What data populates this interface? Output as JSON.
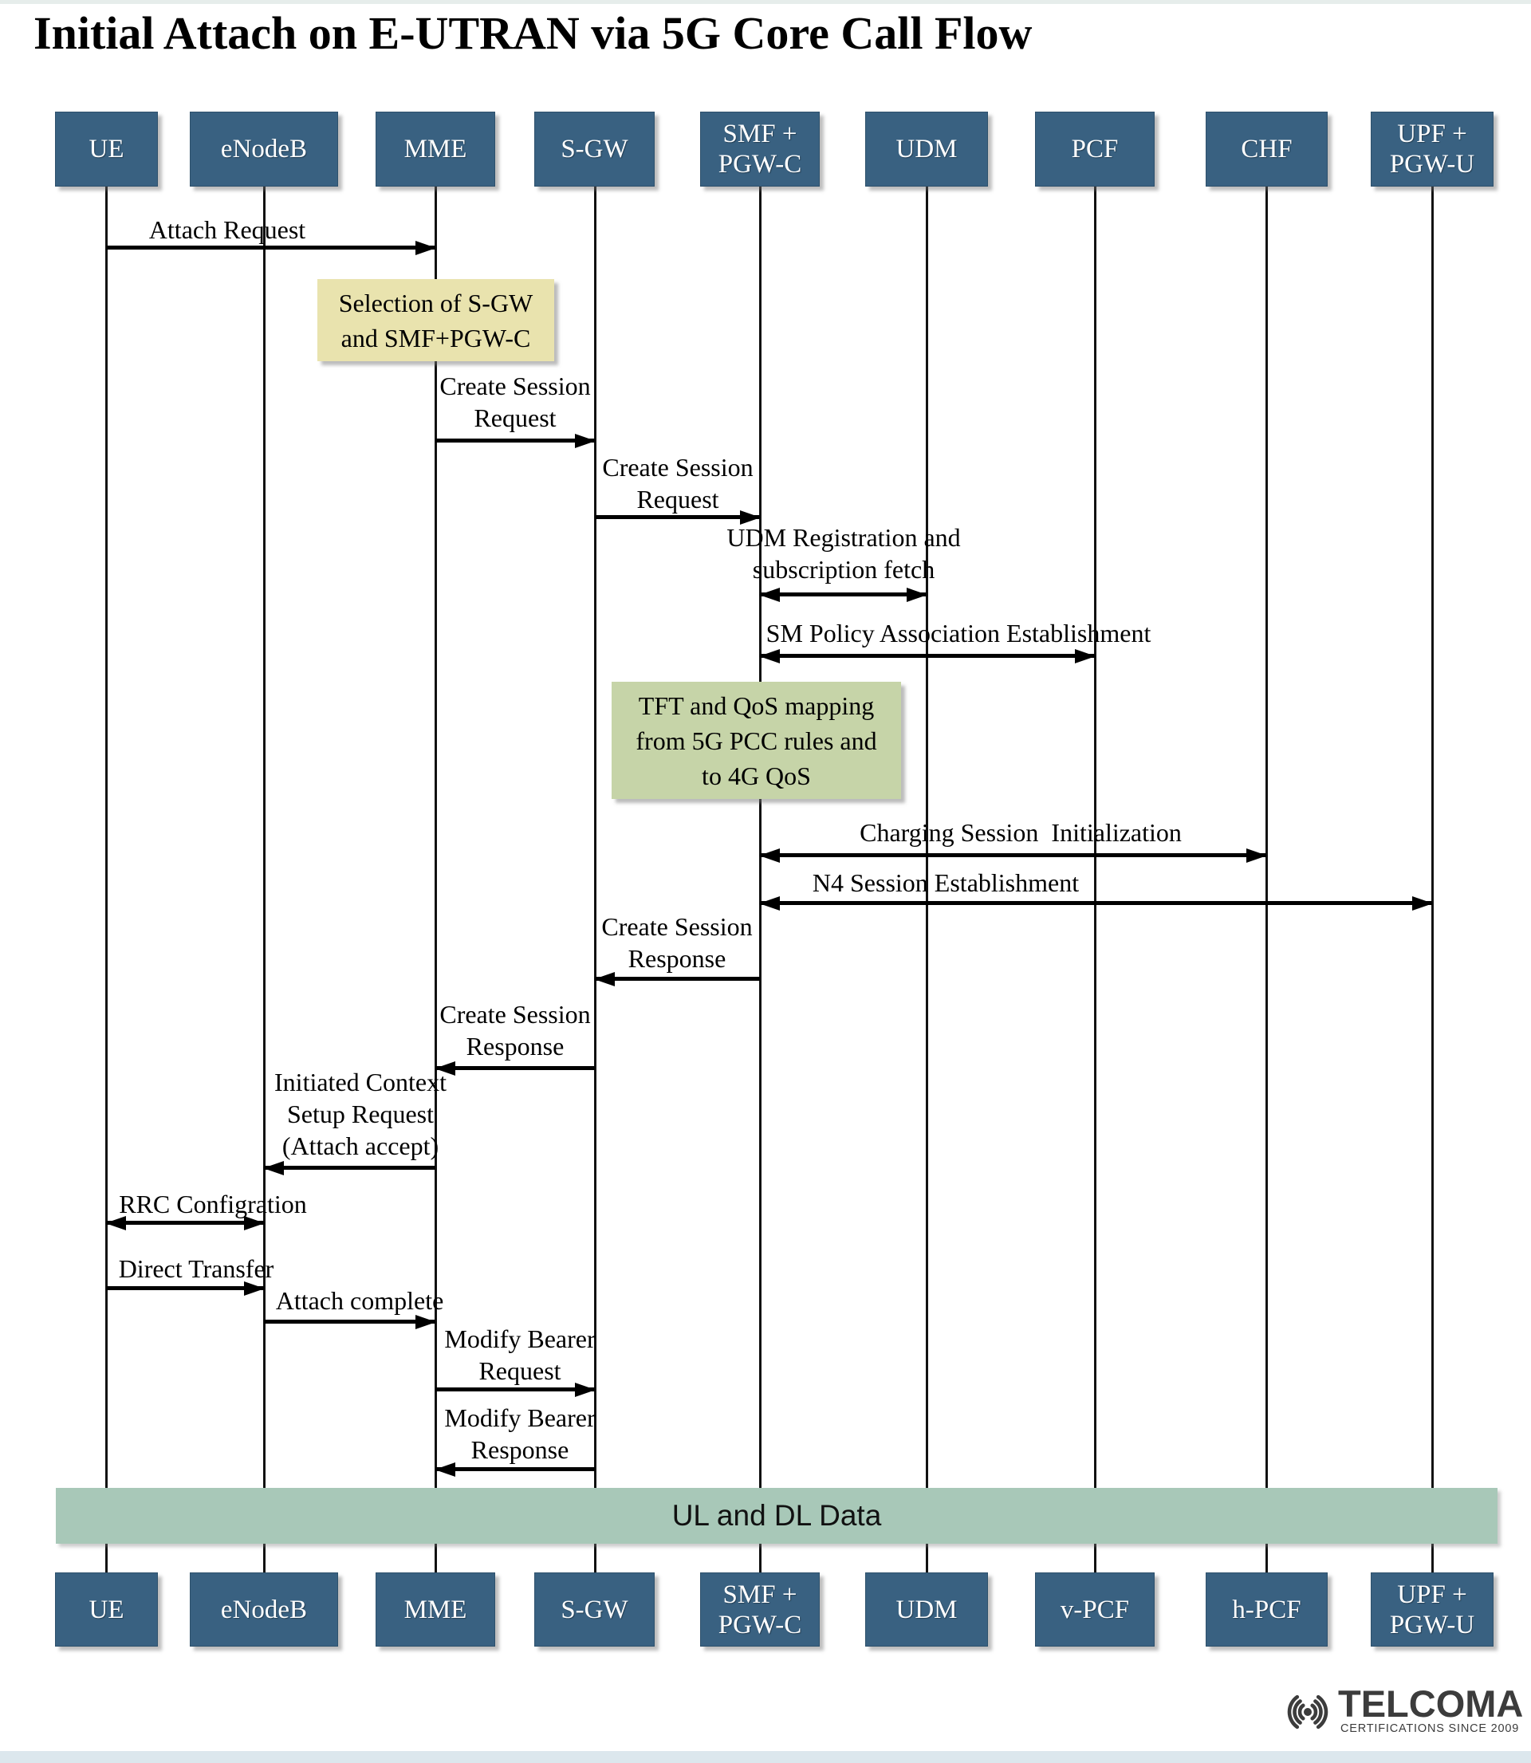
{
  "title": "Initial Attach on E-UTRAN via 5G Core Call Flow",
  "colors": {
    "boxBlue": "#396181",
    "boxBorder": "#2e516c",
    "noteYellow": "#E9E3AE",
    "noteGreen": "#C6D4A8",
    "band": "#A8C8B8",
    "footerStrip": "#DCE7ED",
    "topStrip": "#E6EDEB",
    "logoGray": "#3C3C3C"
  },
  "actors": {
    "top": [
      {
        "label": "UE"
      },
      {
        "label": "eNodeB"
      },
      {
        "label": "MME"
      },
      {
        "label": "S-GW"
      },
      {
        "label": "SMF +",
        "label2": "PGW-C"
      },
      {
        "label": "UDM"
      },
      {
        "label": "PCF"
      },
      {
        "label": "CHF"
      },
      {
        "label": "UPF +",
        "label2": "PGW-U"
      }
    ],
    "bottom": [
      {
        "label": "UE"
      },
      {
        "label": "eNodeB"
      },
      {
        "label": "MME"
      },
      {
        "label": "S-GW"
      },
      {
        "label": "SMF +",
        "label2": "PGW-C"
      },
      {
        "label": "UDM"
      },
      {
        "label": "v-PCF"
      },
      {
        "label": "h-PCF"
      },
      {
        "label": "UPF +",
        "label2": "PGW-U"
      }
    ]
  },
  "notes": {
    "selection": {
      "lines": [
        "Selection of S-GW",
        "and SMF+PGW-C"
      ]
    },
    "tft": {
      "lines": [
        "TFT and QoS mapping",
        "from 5G PCC rules and",
        "to 4G QoS"
      ]
    }
  },
  "messages": [
    {
      "from": "UE",
      "to": "MME",
      "direction": "right",
      "lines": [
        "Attach Request"
      ]
    },
    {
      "from": "MME",
      "to": "S-GW",
      "direction": "right",
      "lines": [
        "Create Session",
        "Request"
      ]
    },
    {
      "from": "S-GW",
      "to": "SMF + PGW-C",
      "direction": "right",
      "lines": [
        "Create Session",
        "Request"
      ]
    },
    {
      "from": "SMF + PGW-C",
      "to": "UDM",
      "direction": "both",
      "lines": [
        "UDM Registration and",
        "subscription fetch"
      ]
    },
    {
      "from": "SMF + PGW-C",
      "to": "PCF",
      "direction": "both",
      "lines": [
        "SM Policy Association Establishment"
      ]
    },
    {
      "from": "SMF + PGW-C",
      "to": "CHF",
      "direction": "both",
      "lines": [
        "Charging Session  Initialization"
      ]
    },
    {
      "from": "SMF + PGW-C",
      "to": "UPF + PGW-U",
      "direction": "both",
      "lines": [
        "N4 Session Establishment"
      ]
    },
    {
      "from": "SMF + PGW-C",
      "to": "S-GW",
      "direction": "left",
      "lines": [
        "Create Session",
        "Response"
      ]
    },
    {
      "from": "S-GW",
      "to": "MME",
      "direction": "left",
      "lines": [
        "Create Session",
        "Response"
      ]
    },
    {
      "from": "MME",
      "to": "eNodeB",
      "direction": "left",
      "lines": [
        "Initiated Context",
        "Setup Request",
        "(Attach accept)"
      ]
    },
    {
      "from": "UE",
      "to": "eNodeB",
      "direction": "both",
      "lines": [
        "RRC Configration"
      ]
    },
    {
      "from": "UE",
      "to": "eNodeB",
      "direction": "right",
      "lines": [
        "Direct Transfer"
      ]
    },
    {
      "from": "eNodeB",
      "to": "MME",
      "direction": "right",
      "lines": [
        "Attach complete"
      ]
    },
    {
      "from": "MME",
      "to": "S-GW",
      "direction": "right",
      "lines": [
        "Modify Bearer",
        "Request"
      ]
    },
    {
      "from": "S-GW",
      "to": "MME",
      "direction": "left",
      "lines": [
        "Modify Bearer",
        "Response"
      ]
    }
  ],
  "band": {
    "label": "UL and DL Data"
  },
  "logo": {
    "name": "TELCOMA",
    "tagline": "CERTIFICATIONS SINCE 2009"
  }
}
